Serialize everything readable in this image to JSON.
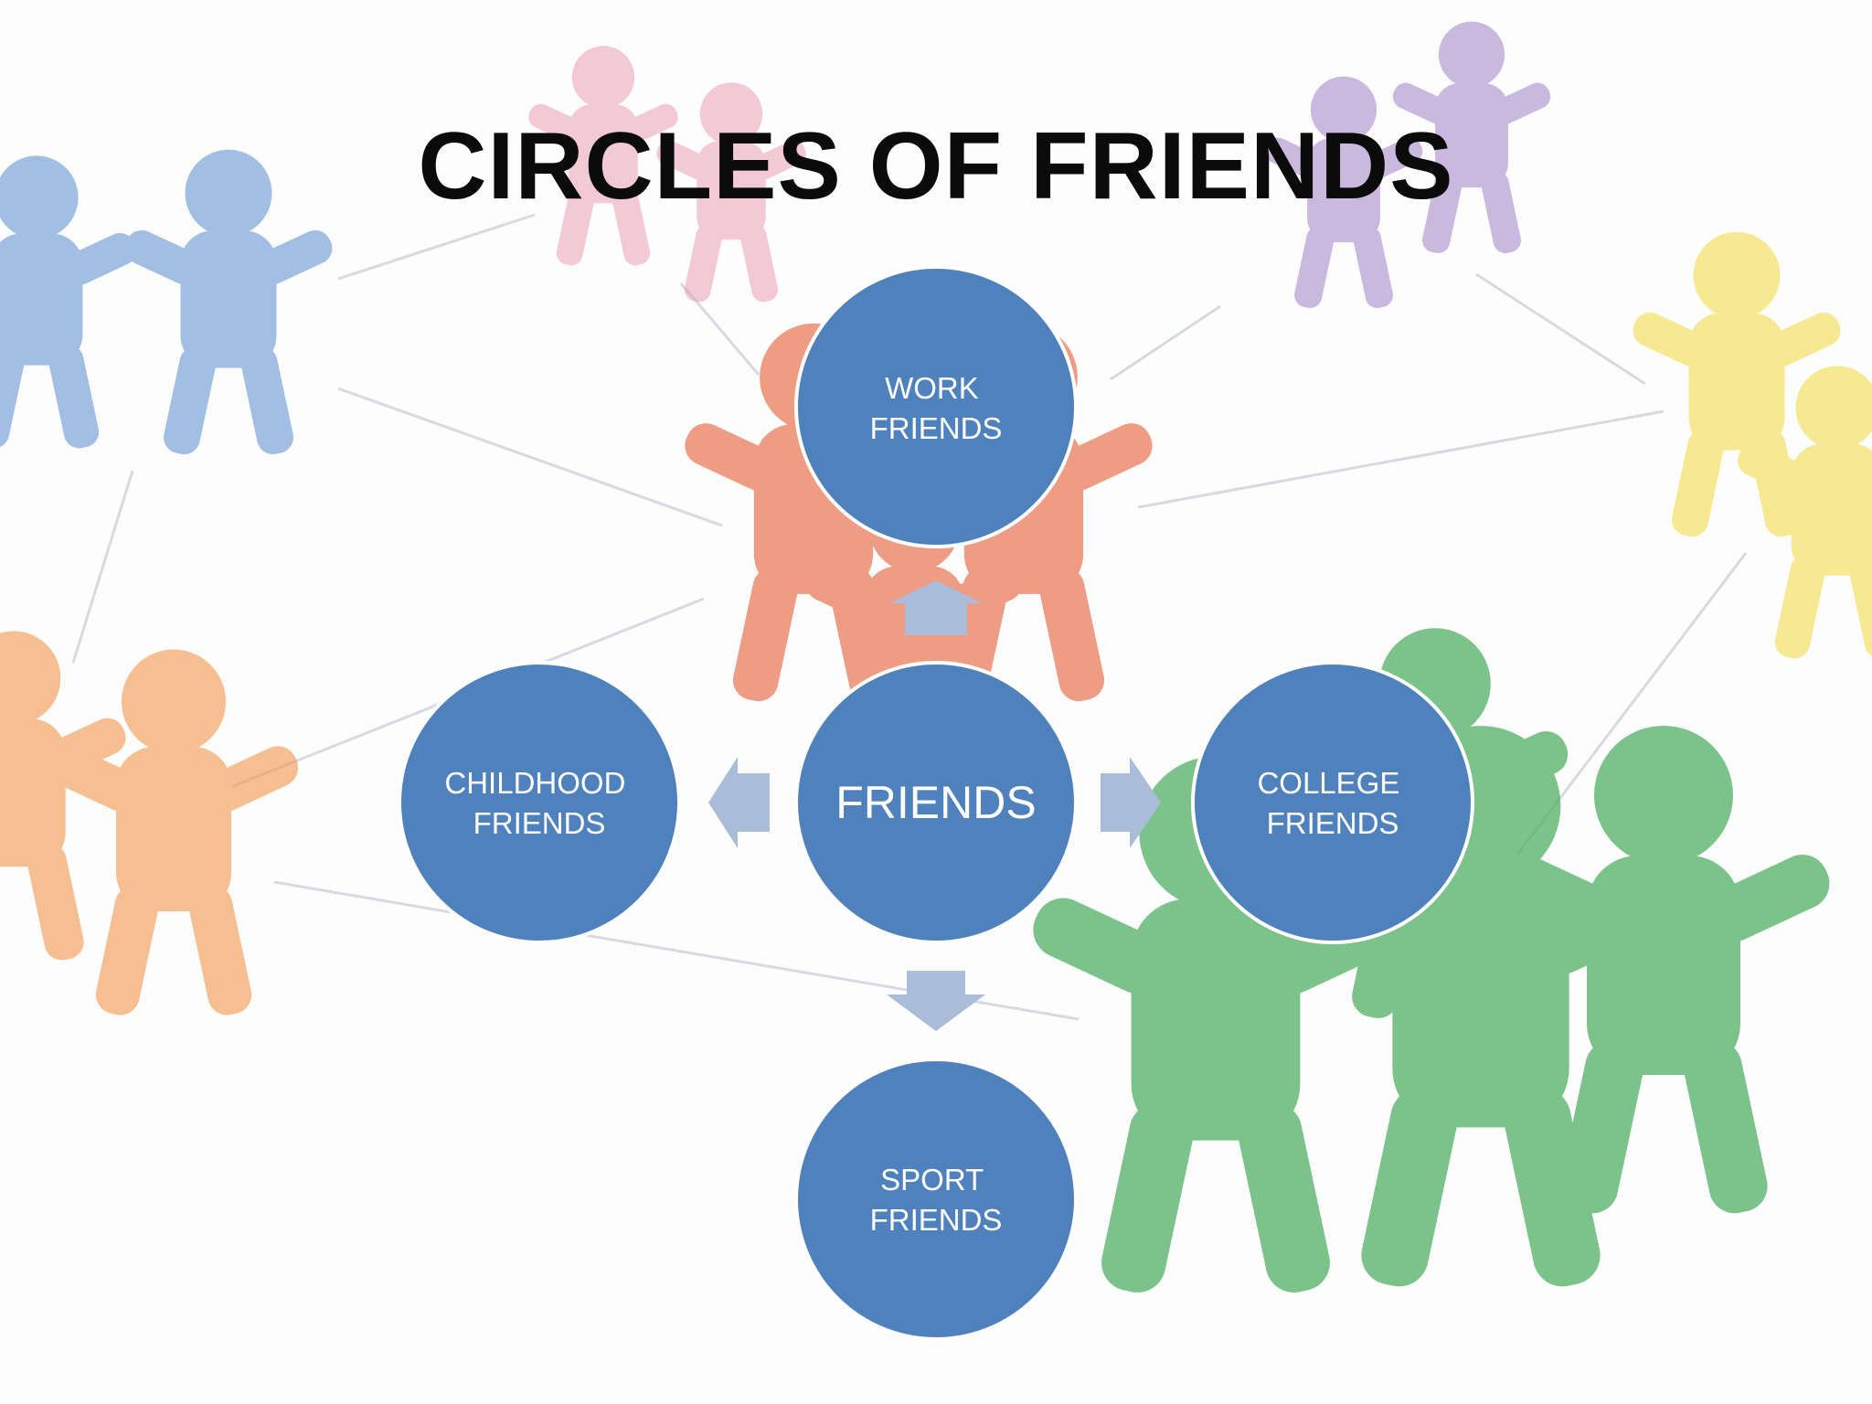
{
  "slide": {
    "title": "CIRCLES OF FRIENDS"
  },
  "diagram": {
    "center": {
      "label": "FRIENDS"
    },
    "nodes": [
      {
        "id": "work",
        "lines": [
          "WORK",
          "FRIENDS"
        ]
      },
      {
        "id": "childhood",
        "lines": [
          "CHILDHOOD",
          "FRIENDS"
        ]
      },
      {
        "id": "college",
        "lines": [
          "COLLEGE",
          "FRIENDS"
        ]
      },
      {
        "id": "sport",
        "lines": [
          "SPORT",
          "FRIENDS"
        ]
      }
    ]
  },
  "colors": {
    "circle_fill": "#4f81bd",
    "circle_stroke": "#ffffff",
    "arrow_fill": "#a9bcd8",
    "title_color": "#0b0b0b"
  },
  "background": {
    "figures": [
      "pink",
      "purple",
      "blue",
      "yellow",
      "red",
      "orange",
      "green"
    ]
  }
}
